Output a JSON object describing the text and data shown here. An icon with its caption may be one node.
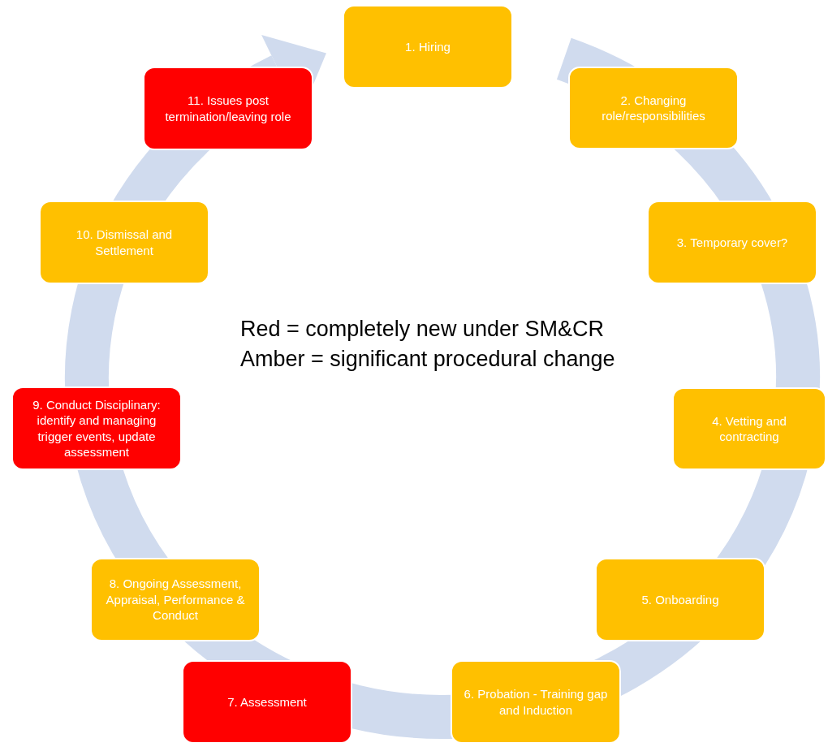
{
  "diagram": {
    "nodes": [
      {
        "text": [
          "1. Hiring"
        ]
      },
      {
        "text": [
          "2. Changing role/responsibilities"
        ]
      },
      {
        "text": [
          "3. Temporary cover?"
        ]
      },
      {
        "text": [
          "4. Vetting and contracting"
        ]
      },
      {
        "text": [
          "5. Onboarding"
        ]
      },
      {
        "text": [
          "6. Probation - Training gap and Induction"
        ]
      },
      {
        "text": [
          "7. Assessment"
        ]
      },
      {
        "text": [
          "8. Ongoing Assessment, Appraisal, Performance & Conduct"
        ]
      },
      {
        "text": [
          "9. Conduct Disciplinary: identify and managing trigger events, update assessment"
        ]
      },
      {
        "text": [
          "10. Dismissal and Settlement"
        ]
      },
      {
        "text": [
          "11. Issues post termination/leaving role"
        ]
      }
    ],
    "labels": [
      "Red = completely new under SM&CR",
      "Amber = significant procedural change"
    ]
  }
}
